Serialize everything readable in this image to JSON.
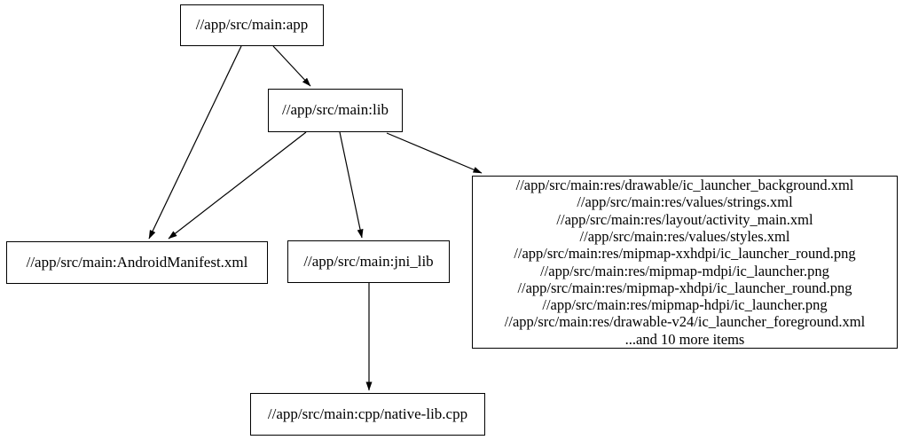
{
  "diagram": {
    "type": "dependency-graph",
    "background_color": "#ffffff",
    "node_border_color": "#000000",
    "edge_color": "#000000",
    "text_color": "#000000",
    "nodes": [
      {
        "id": "app",
        "label": "//app/src/main:app"
      },
      {
        "id": "lib",
        "label": "//app/src/main:lib"
      },
      {
        "id": "android-manifest",
        "label": "//app/src/main:AndroidManifest.xml"
      },
      {
        "id": "jni-lib",
        "label": "//app/src/main:jni_lib"
      },
      {
        "id": "res-group",
        "lines": [
          "//app/src/main:res/drawable/ic_launcher_background.xml",
          "//app/src/main:res/values/strings.xml",
          "//app/src/main:res/layout/activity_main.xml",
          "//app/src/main:res/values/styles.xml",
          "//app/src/main:res/mipmap-xxhdpi/ic_launcher_round.png",
          "//app/src/main:res/mipmap-mdpi/ic_launcher.png",
          "//app/src/main:res/mipmap-xhdpi/ic_launcher_round.png",
          "//app/src/main:res/mipmap-hdpi/ic_launcher.png",
          "//app/src/main:res/drawable-v24/ic_launcher_foreground.xml",
          "...and 10 more items"
        ]
      },
      {
        "id": "native-lib-cpp",
        "label": "//app/src/main:cpp/native-lib.cpp"
      }
    ],
    "edges": [
      {
        "from": "app",
        "to": "lib"
      },
      {
        "from": "app",
        "to": "android-manifest"
      },
      {
        "from": "lib",
        "to": "android-manifest"
      },
      {
        "from": "lib",
        "to": "jni-lib"
      },
      {
        "from": "lib",
        "to": "res-group"
      },
      {
        "from": "jni-lib",
        "to": "native-lib-cpp"
      }
    ]
  }
}
